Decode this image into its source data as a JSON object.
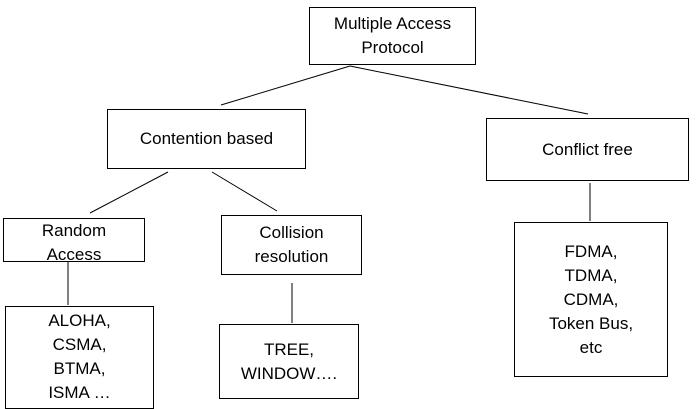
{
  "diagram": {
    "root": {
      "lines": [
        "Multiple Access",
        "Protocol"
      ]
    },
    "contention": {
      "lines": [
        "Contention based"
      ]
    },
    "conflict_free": {
      "lines": [
        "Conflict free"
      ]
    },
    "random_access": {
      "lines": [
        "Random",
        "Access"
      ]
    },
    "collision_resolution": {
      "lines": [
        "Collision",
        "resolution"
      ]
    },
    "random_examples": {
      "lines": [
        "ALOHA,",
        "CSMA,",
        "BTMA,",
        "ISMA …"
      ]
    },
    "collision_examples": {
      "lines": [
        "TREE,",
        "WINDOW…."
      ]
    },
    "conflict_examples": {
      "lines": [
        "FDMA,",
        "TDMA,",
        "CDMA,",
        "Token Bus,",
        "etc"
      ]
    }
  }
}
